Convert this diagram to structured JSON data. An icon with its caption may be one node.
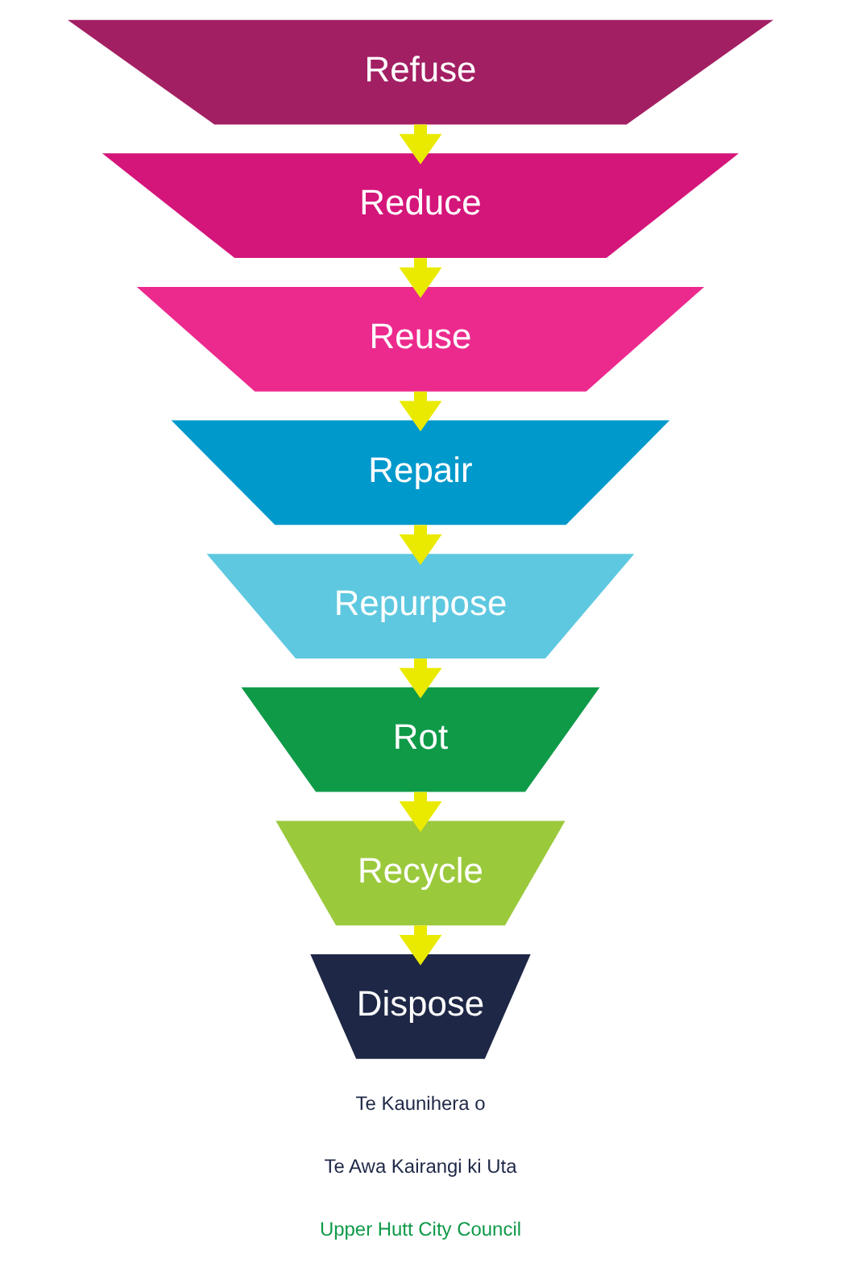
{
  "diagram": {
    "nodes": [
      {
        "text": [
          "Refuse"
        ]
      },
      {
        "text": [
          "Reduce"
        ]
      },
      {
        "text": [
          "Reuse"
        ]
      },
      {
        "text": [
          "Repair"
        ]
      },
      {
        "text": [
          "Repurpose"
        ]
      },
      {
        "text": [
          "Rot"
        ]
      },
      {
        "text": [
          "Recycle"
        ]
      },
      {
        "text": [
          "Dispose"
        ]
      }
    ],
    "edges": [
      {
        "from": 0,
        "to": 1,
        "arrow": "to"
      },
      {
        "from": 1,
        "to": 2,
        "arrow": "to"
      },
      {
        "from": 2,
        "to": 3,
        "arrow": "to"
      },
      {
        "from": 3,
        "to": 4,
        "arrow": "to"
      },
      {
        "from": 4,
        "to": 5,
        "arrow": "to"
      },
      {
        "from": 5,
        "to": 6,
        "arrow": "to"
      },
      {
        "from": 6,
        "to": 7,
        "arrow": "to"
      }
    ],
    "labels": [
      "Te Kaunihera o",
      "Te Awa Kairangi ki Uta",
      "Upper Hutt City Council"
    ]
  }
}
